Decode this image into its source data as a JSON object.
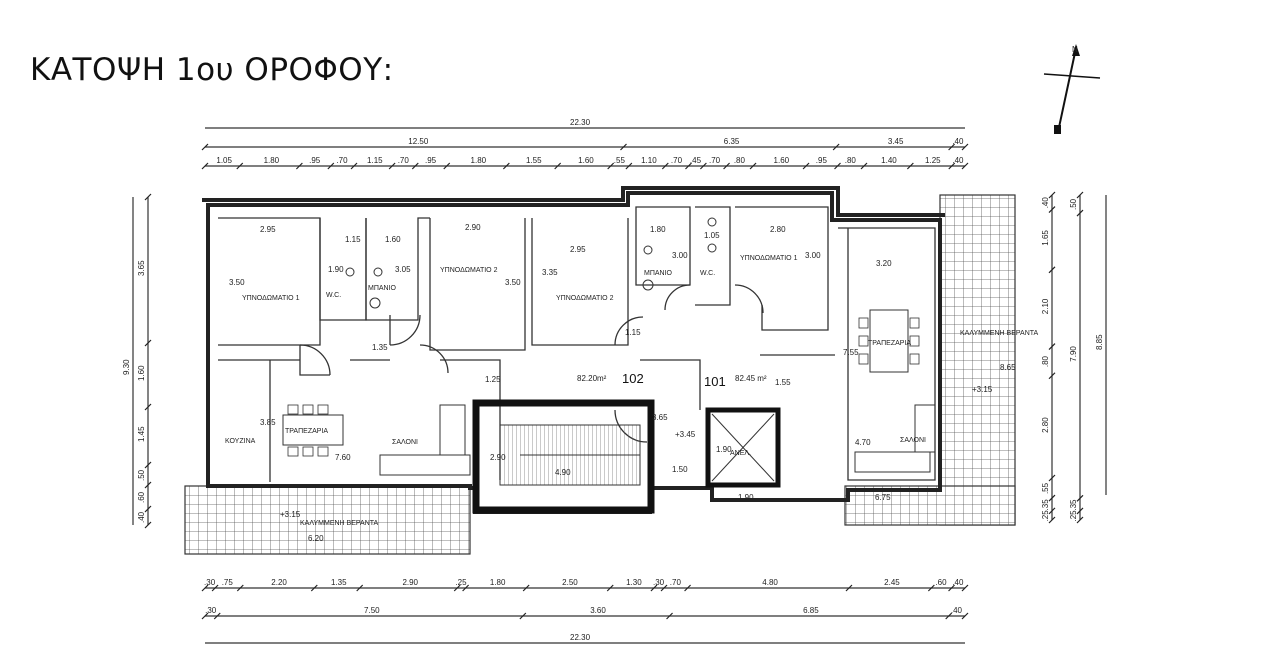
{
  "title": "ΚΑΤΟΨΗ 1ου ΟΡΟΦΟΥ:",
  "north_label": "N",
  "dims_top": {
    "total": "22.30",
    "mid": [
      "12.50",
      "6.35",
      "3.45",
      ".40"
    ],
    "fine": [
      "1.05",
      "1.80",
      ".95",
      ".70",
      "1.15",
      ".70",
      ".95",
      "1.80",
      "1.55",
      "1.60",
      ".55",
      "1.10",
      ".70",
      ".45",
      ".70",
      ".80",
      "1.60",
      ".95",
      ".80",
      "1.40",
      "1.25",
      ".40"
    ]
  },
  "dims_bottom": {
    "fine": [
      ".30",
      ".75",
      "2.20",
      "1.35",
      "2.90",
      ".25",
      "1.80",
      "2.50",
      "1.30",
      ".30",
      ".70",
      "4.80",
      "2.45",
      ".60",
      ".40"
    ],
    "mid": [
      ".30",
      "7.50",
      "3.60",
      "6.85",
      ".40"
    ],
    "total": "22.30"
  },
  "dims_left": [
    "9.30",
    "3.65",
    "1.60",
    "1.45",
    ".50",
    ".60",
    ".40"
  ],
  "dims_right": {
    "fine": [
      ".40",
      "1.65",
      "2.10",
      ".80",
      "2.80",
      ".55",
      ".35",
      ".25"
    ],
    "mid": [
      ".50",
      "7.90",
      ".35",
      ".25"
    ],
    "total": "8.85"
  },
  "rooms": {
    "bedroom1_left": "ΥΠΝΟΔΩΜΑΤΙΟ 1",
    "wc1": "W.C.",
    "bath1": "ΜΠΑΝΙΟ",
    "bedroom2a": "ΥΠΝΟΔΩΜΑΤΙΟ 2",
    "bedroom2b": "ΥΠΝΟΔΩΜΑΤΙΟ 2",
    "bath2": "ΜΠΑΝΙΟ",
    "wc2": "W.C.",
    "bedroom1_right": "ΥΠΝΟΔΩΜΑΤΙΟ 1",
    "dining_right": "ΤΡΑΠΕΖΑΡΙΑ",
    "covered_veranda_right": "ΚΑΛΥΜΜΕΝΗ ΒΕΡΑΝΤΑ",
    "kitchen": "ΚΟΥΖΙΝΑ",
    "dining_left": "ΤΡΑΠΕΖΑΡΙΑ",
    "living_left": "ΣΑΛΟΝΙ",
    "living_right": "ΣΑΛΟΝΙ",
    "lift": "ΑΝΕΛ.",
    "covered_veranda_left": "ΚΑΛΥΜΜΕΝΗ ΒΕΡΑΝΤΑ"
  },
  "room_dims": {
    "b1l_w": "2.95",
    "b1l_h": "3.50",
    "wc1_w": "1.15",
    "wc1_h": "1.90",
    "bath1_w": "1.60",
    "bath1_h": "3.05",
    "b2a_w": "2.90",
    "b2a_h": "3.50",
    "b2b_w": "2.95",
    "b2b_h": "3.35",
    "bath2_w": "1.80",
    "bath2_h": "3.00",
    "wc2_w": "1.05",
    "b1r_w": "2.80",
    "b1r_h": "3.00",
    "dining_r_w": "3.20",
    "dining_r_h": "7.55",
    "living_l_w": "7.60",
    "kitchen_h": "3.85",
    "hall_h1": "1.35",
    "hall_h2": "1.25",
    "hall_h3": "1.15",
    "stair_w": "4.90",
    "stair_h": "2.90",
    "landing_w": "1.50",
    "landing_h": "3.65",
    "lift_w": "1.90",
    "lift_h": "1.90",
    "corr_h": "1.55",
    "living_r_w": "4.70",
    "veranda_l_w": "6.20",
    "veranda_r_w": "6.75",
    "veranda_r_h": "8.65"
  },
  "areas": {
    "apt_left": "82.20m²",
    "apt_left_no": "102",
    "apt_right_no": "101",
    "apt_right": "82.45 m²"
  },
  "levels": {
    "veranda_left": "+3.15",
    "veranda_right": "+3.15",
    "landing": "+3.45"
  }
}
